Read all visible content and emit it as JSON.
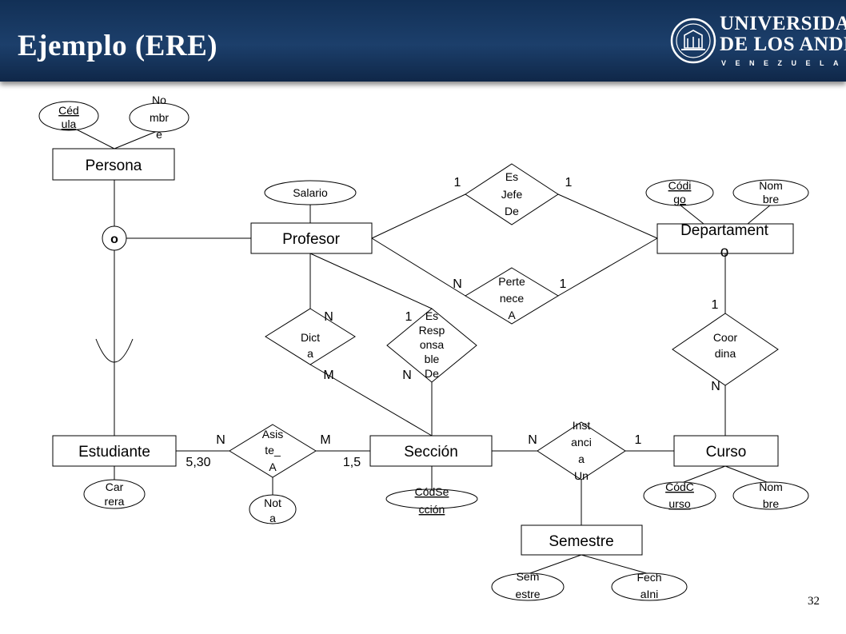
{
  "slide": {
    "title": "Ejemplo (ERE)",
    "page_number": "32"
  },
  "logo": {
    "line1": "UNIVERSIDAD",
    "line2": "DE LOS ANDES",
    "line3": "VENEZUELA"
  },
  "diagram": {
    "entities": {
      "persona": "Persona",
      "profesor": "Profesor",
      "departamento": [
        "Departament",
        "o"
      ],
      "estudiante": "Estudiante",
      "seccion": "Sección",
      "curso": "Curso",
      "semestre": "Semestre"
    },
    "attributes": {
      "cedula": [
        "Céd",
        "ula"
      ],
      "nombre_persona": [
        "No",
        "mbr",
        "e"
      ],
      "salario": [
        "Salario"
      ],
      "codigo_depto": [
        "Códi",
        "go"
      ],
      "nombre_depto": [
        "Nom",
        "bre"
      ],
      "carrera": [
        "Car",
        "rera"
      ],
      "nota": [
        "Not",
        "a"
      ],
      "codseccion": [
        "CódSe",
        "cción"
      ],
      "codcurso": [
        "CódC",
        "urso"
      ],
      "nombre_curso": [
        "Nom",
        "bre"
      ],
      "semestre": [
        "Sem",
        "estre"
      ],
      "fechaini": [
        "Fech",
        "aIni"
      ]
    },
    "relationships": {
      "es_jefe_de": [
        "Es",
        "Jefe",
        "De"
      ],
      "pertenece_a": [
        "Perte",
        "nece",
        "A"
      ],
      "dicta": [
        "Dict",
        "a"
      ],
      "es_responsable_de": [
        "Es",
        "Resp",
        "onsa",
        "ble",
        "De"
      ],
      "coordina": [
        "Coor",
        "dina"
      ],
      "asiste_a": [
        "Asis",
        "te_",
        "A"
      ],
      "instancia_un": [
        "Inst",
        "anci",
        "a",
        "Un"
      ]
    },
    "specialization": {
      "symbol": "o"
    },
    "cardinalities": {
      "jefe_prof": "1",
      "jefe_depto": "1",
      "pert_prof": "N",
      "pert_depto": "1",
      "dicta_prof": "N",
      "dicta_secc": "M",
      "resp_prof": "1",
      "resp_secc": "N",
      "coord_depto": "1",
      "coord_curso": "N",
      "asiste_est": "N",
      "asiste_secc": "M",
      "asiste_est_range": "5,30",
      "asiste_secc_range": "1,5",
      "inst_secc": "N",
      "inst_curso": "1"
    }
  }
}
